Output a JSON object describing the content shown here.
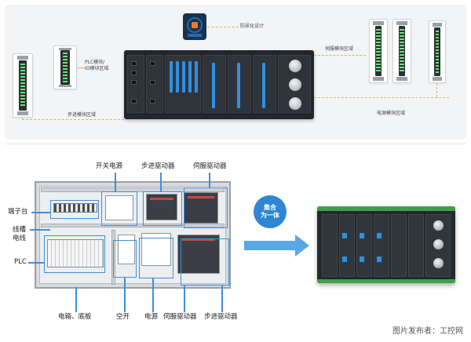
{
  "top": {
    "label_anti_corrosion": "防尿化设计",
    "label_plc_io": "PLC模块/\nIO模块区域",
    "label_servo": "伺服模块区域",
    "label_stepper": "步进模块区域",
    "label_power": "电源模块区域"
  },
  "bottom": {
    "callouts": {
      "switching_power": "开关电源",
      "stepper_driver_top": "步进驱动器",
      "servo_driver_top": "伺服驱动器",
      "terminal_block": "端子台",
      "wire_trunk": "线槽\n电线",
      "plc": "PLC",
      "enclosure": "电箱、底板",
      "breaker": "空开",
      "power": "电源",
      "servo_driver_bottom": "伺服驱动器",
      "stepper_driver_bottom": "步进驱动器"
    },
    "merge_line1": "集合",
    "merge_line2": "为一体"
  },
  "watermark": "图片发布者：工控网",
  "colors": {
    "accent_blue": "#3f8fd8",
    "module_green": "#3ea04a",
    "dashed_line": "#d9b36a"
  }
}
